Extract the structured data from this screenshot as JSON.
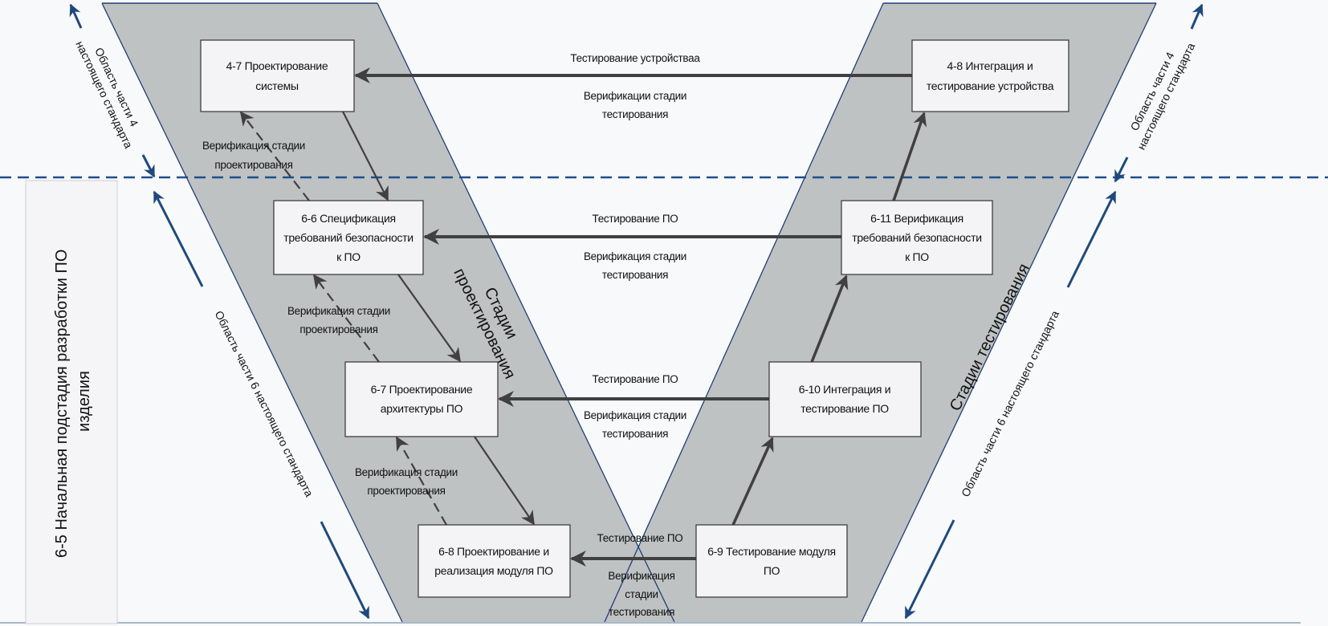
{
  "colors": {
    "background": "#f8f9fa",
    "band_fill": "#bfc2c2",
    "band_edge": "#1f3f7a",
    "scope_arrow": "#1f497d",
    "flow_arrow": "#404040"
  },
  "initial_phase": {
    "lines": [
      "6-5 Начальная подстадия разработки ПО",
      "изделия"
    ]
  },
  "stage_labels": {
    "design": [
      "Стадии",
      "проектирования"
    ],
    "testing": "Стадии тестирования"
  },
  "scope_labels": {
    "part4_left": [
      "Область части 4",
      "настоящего стандарта"
    ],
    "part4_right": [
      "Область части 4",
      "настоящего стандарта"
    ],
    "part6_left": "Область части 6 настоящего стандарта",
    "part6_right": "Область части 6 настоящего стандарта"
  },
  "boxes": {
    "b4_7": [
      "4-7 Проектирование",
      "системы"
    ],
    "b4_8": [
      "4-8 Интеграция и",
      "тестирование устройства"
    ],
    "b6_6": [
      "6-6 Спецификация",
      "требований безопасности",
      "к ПО"
    ],
    "b6_11": [
      "6-11 Верификация",
      "требований безопасности",
      "к ПО"
    ],
    "b6_7": [
      "6-7 Проектирование",
      "архитектуры ПО"
    ],
    "b6_10": [
      "6-10 Интеграция и",
      "тестирование ПО"
    ],
    "b6_8": [
      "6-8 Проектирование и",
      "реализация модуля ПО"
    ],
    "b6_9": [
      "6-9 Тестирование модуля",
      "ПО"
    ]
  },
  "test_links": [
    {
      "top": "Тестирование устройстваа",
      "bottom": [
        "Верификации стадии",
        "тестирования"
      ]
    },
    {
      "top": "Тестирование ПО",
      "bottom": [
        "Верификация стадии",
        "тестирования"
      ]
    },
    {
      "top": "Тестирование ПО",
      "bottom": [
        "Верификация стадии",
        "тестирования"
      ]
    },
    {
      "top": "Тестирование ПО",
      "bottom": [
        "Верификация",
        "стадии",
        "тестирования"
      ]
    }
  ],
  "design_verification_labels": [
    [
      "Верификация стадии",
      "проектирования"
    ],
    [
      "Верификация стадии",
      "проектирования"
    ],
    [
      "Верификация стадии",
      "проектирования"
    ]
  ]
}
